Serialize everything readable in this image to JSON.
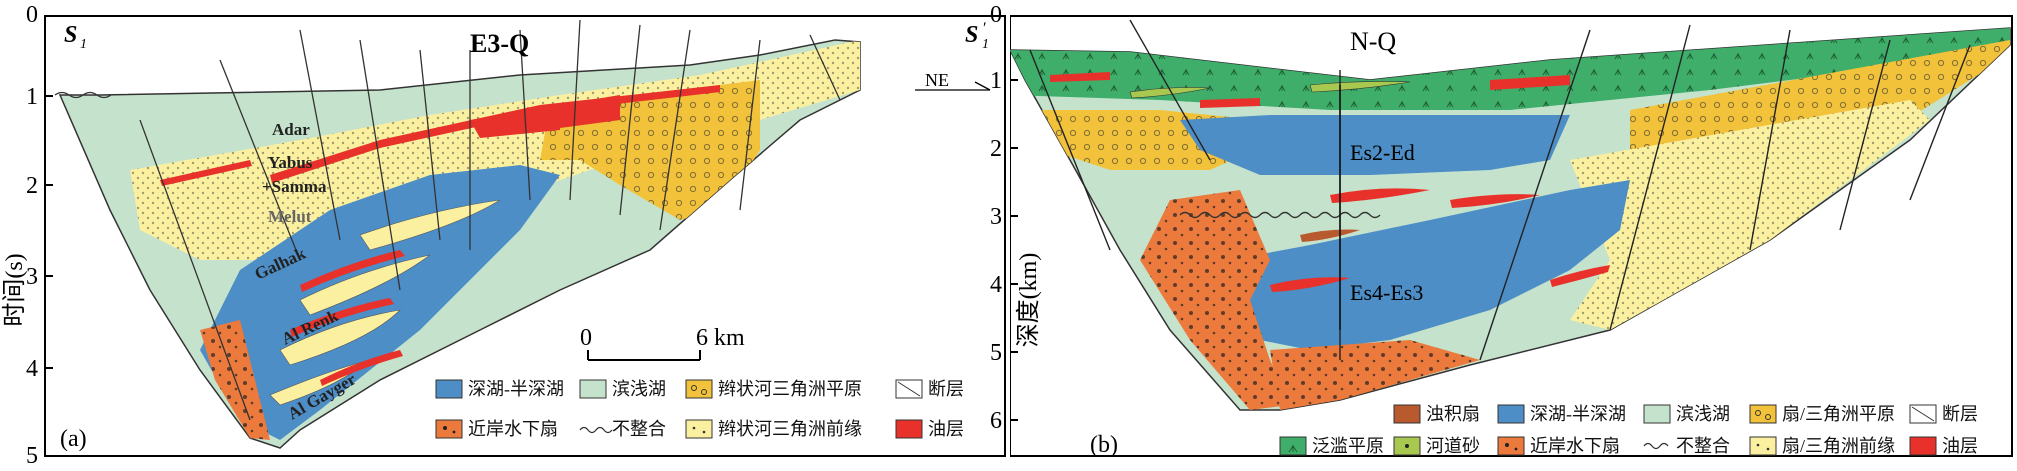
{
  "panel_a": {
    "tag": "(a)",
    "title": "E3-Q",
    "y_axis_label": "时间(s)",
    "y_ticks": [
      "0",
      "1",
      "2",
      "3",
      "4",
      "5"
    ],
    "section_start": "S",
    "section_start_sub": "1",
    "section_end": "S",
    "section_end_sub": "1",
    "section_end_prime": "′",
    "direction": "NE",
    "scale_start": "0",
    "scale_end": "6 km",
    "unit_labels": [
      "Adar",
      "Yabus",
      "+Samma",
      "Melut",
      "Galhak",
      "Al Renk",
      "Al Gayger"
    ],
    "legend": [
      {
        "key": "deep-lake",
        "label": "深湖-半深湖"
      },
      {
        "key": "shore-lake",
        "label": "滨浅湖"
      },
      {
        "key": "braided-plain",
        "label": "辫状河三角洲平原"
      },
      {
        "key": "fault",
        "label": "断层"
      },
      {
        "key": "nearshore-fan",
        "label": "近岸水下扇"
      },
      {
        "key": "unconformity",
        "label": "不整合"
      },
      {
        "key": "braided-front",
        "label": "辫状河三角洲前缘"
      },
      {
        "key": "oil",
        "label": "油层"
      }
    ]
  },
  "panel_b": {
    "tag": "(b)",
    "title": "N-Q",
    "y_axis_label": "深度(km)",
    "y_ticks": [
      "0",
      "1",
      "2",
      "3",
      "4",
      "5",
      "6"
    ],
    "unit_label_upper": "Es2-Ed",
    "unit_label_lower": "Es4-Es3",
    "legend": [
      {
        "key": "turbidite",
        "label": "浊积扇"
      },
      {
        "key": "deep-lake",
        "label": "深湖-半深湖"
      },
      {
        "key": "shore-lake",
        "label": "滨浅湖"
      },
      {
        "key": "fan-plain",
        "label": "扇/三角洲平原"
      },
      {
        "key": "fault",
        "label": "断层"
      },
      {
        "key": "flood-plain",
        "label": "泛滥平原"
      },
      {
        "key": "channel-sand",
        "label": "河道砂"
      },
      {
        "key": "nearshore-fan",
        "label": "近岸水下扇"
      },
      {
        "key": "unconformity",
        "label": "不整合"
      },
      {
        "key": "fan-front",
        "label": "扇/三角洲前缘"
      },
      {
        "key": "oil",
        "label": "油层"
      }
    ]
  },
  "colors": {
    "deep_lake": "#4e8ec6",
    "shore_lake": "#c5e3cc",
    "braided_plain": "#f2c23a",
    "braided_front": "#fbf0a0",
    "nearshore_fan": "#ec7a3c",
    "oil": "#e8312a",
    "flood_plain": "#3fae6a",
    "channel_sand": "#a8c850",
    "turbidite": "#b85a2e"
  }
}
